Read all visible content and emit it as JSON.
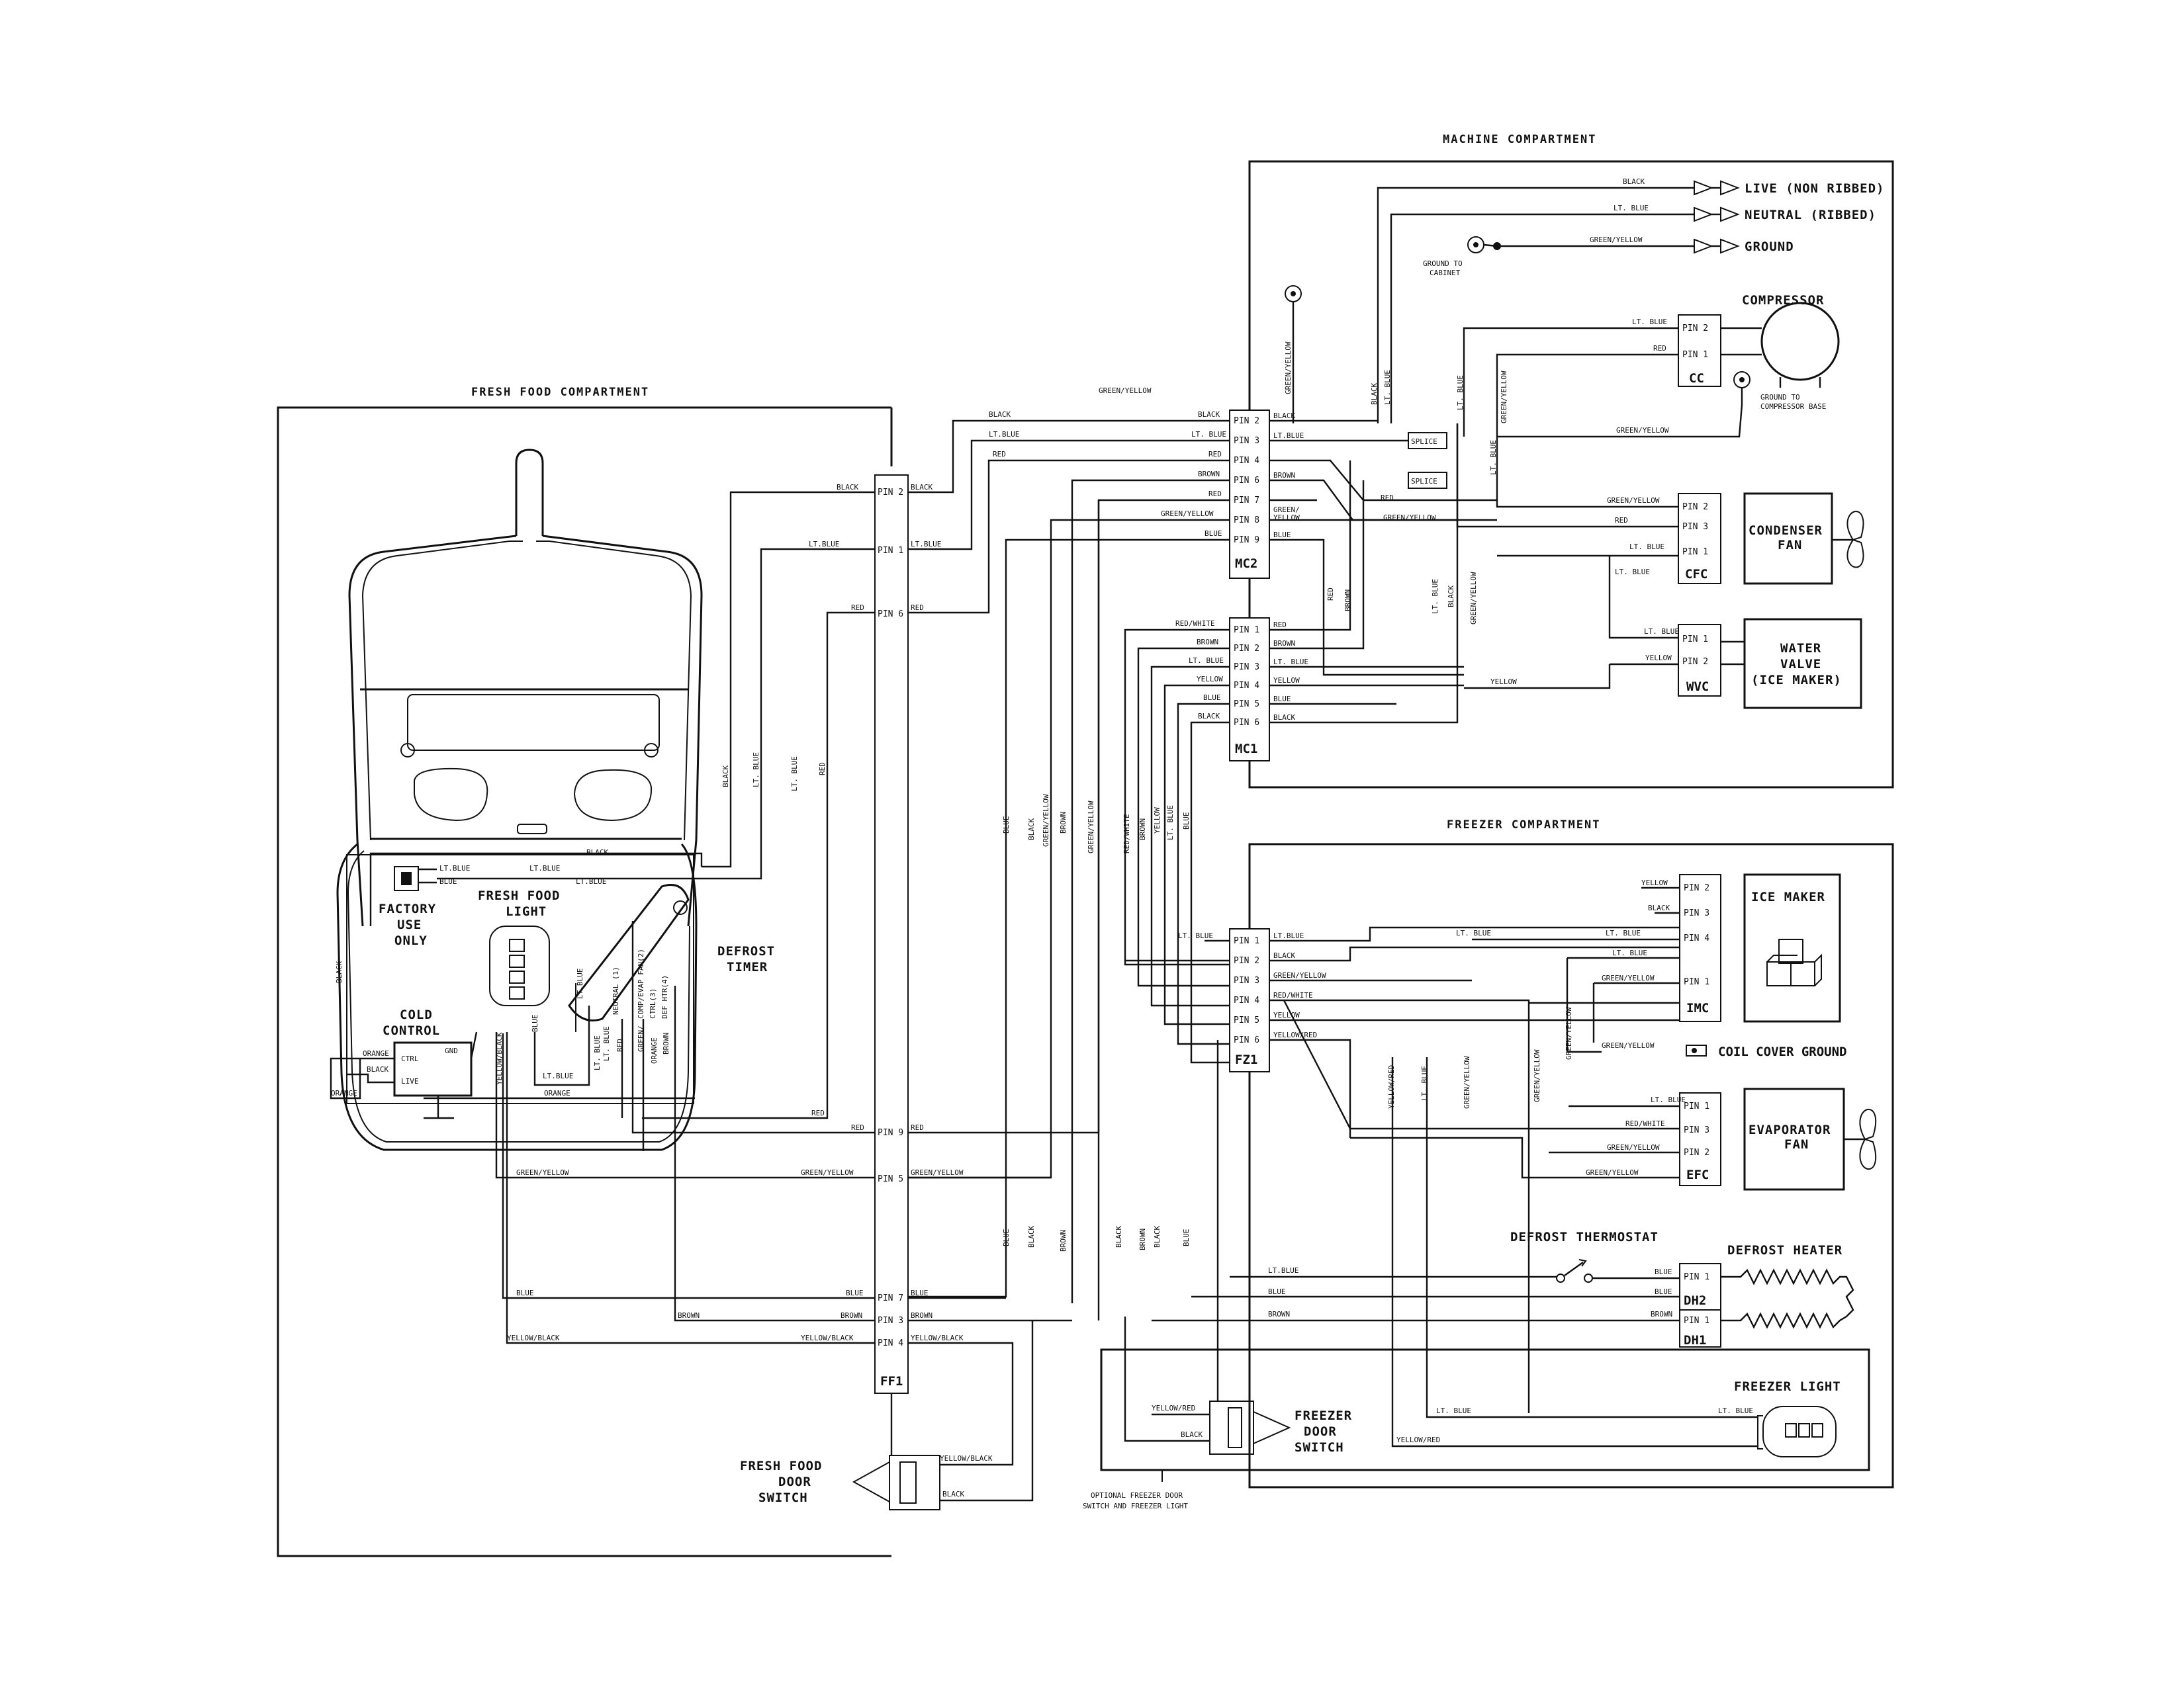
{
  "compartments": {
    "machine": "MACHINE COMPARTMENT",
    "fresh_food": "FRESH FOOD COMPARTMENT",
    "freezer": "FREEZER  COMPARTMENT"
  },
  "connectors": {
    "mc2": {
      "name": "MC2",
      "pins": [
        "PIN 2",
        "PIN 3",
        "PIN 4",
        "PIN 6",
        "PIN 7",
        "PIN 8",
        "PIN 9"
      ]
    },
    "mc1": {
      "name": "MC1",
      "pins": [
        "PIN 1",
        "PIN 2",
        "PIN 3",
        "PIN 4",
        "PIN 5",
        "PIN 6"
      ]
    },
    "fz1": {
      "name": "FZ1",
      "pins": [
        "PIN 1",
        "PIN 2",
        "PIN 3",
        "PIN 4",
        "PIN 5",
        "PIN 6"
      ]
    },
    "ff1": {
      "name": "FF1",
      "pins_top": [
        "PIN 2",
        "PIN 1",
        "PIN 6"
      ],
      "pins_mid": [
        "PIN 9",
        "PIN 5"
      ],
      "pins_bottom": [
        "PIN 7",
        "PIN 3",
        "PIN 4"
      ]
    },
    "cc": {
      "name": "CC",
      "pins": [
        "PIN 2",
        "PIN 1"
      ]
    },
    "cfc": {
      "name": "CFC",
      "pins": [
        "PIN 2",
        "PIN 3",
        "PIN 1"
      ]
    },
    "wvc": {
      "name": "WVC",
      "pins": [
        "PIN 1",
        "PIN 2"
      ]
    },
    "imc": {
      "name": "IMC",
      "pins": [
        "PIN 2",
        "PIN 3",
        "PIN 4",
        "PIN 1"
      ]
    },
    "efc": {
      "name": "EFC",
      "pins": [
        "PIN 1",
        "PIN 3",
        "PIN 2"
      ]
    },
    "dh2": {
      "name": "DH2",
      "pins": [
        "PIN 1"
      ]
    },
    "dh1": {
      "name": "DH1",
      "pins": [
        "PIN 1"
      ]
    }
  },
  "components": {
    "live": "LIVE (NON RIBBED)",
    "neutral": "NEUTRAL (RIBBED)",
    "ground": "GROUND",
    "ground_cabinet": [
      "GROUND TO",
      "CABINET"
    ],
    "compressor": "COMPRESSOR",
    "ground_compressor": [
      "GROUND TO",
      "COMPRESSOR BASE"
    ],
    "condenser_fan": [
      "CONDENSER",
      "FAN"
    ],
    "water_valve": [
      "WATER",
      "VALVE",
      "(ICE MAKER)"
    ],
    "ice_maker": "ICE MAKER",
    "coil_cover_ground": "COIL COVER GROUND",
    "evaporator_fan": [
      "EVAPORATOR",
      "FAN"
    ],
    "defrost_thermostat": "DEFROST THERMOSTAT",
    "defrost_heater": "DEFROST HEATER",
    "freezer_light": "FREEZER LIGHT",
    "freezer_door_switch": [
      "FREEZER",
      "DOOR",
      "SWITCH"
    ],
    "optional_note": [
      "OPTIONAL FREEZER DOOR",
      "SWITCH AND FREEZER LIGHT"
    ],
    "fresh_food_door_switch": [
      "FRESH FOOD",
      "DOOR",
      "SWITCH"
    ],
    "factory_use": [
      "FACTORY",
      "USE",
      "ONLY"
    ],
    "fresh_food_light": [
      "FRESH FOOD",
      "LIGHT"
    ],
    "defrost_timer": [
      "DEFROST",
      "TIMER"
    ],
    "timer_terminals": [
      "NEUTRAL (1)",
      "COMP/EVAP FAN(2)",
      "CTRL(3)",
      "DEF HTR(4)"
    ],
    "cold_control": [
      "COLD",
      "CONTROL"
    ],
    "cold_control_terminals": [
      "CTRL",
      "LIVE",
      "GND"
    ],
    "splice": "SPLICE"
  },
  "wire_colors": {
    "black": "BLACK",
    "lt_blue": "LT. BLUE",
    "lt_blue_dot": "LT.BLUE",
    "red": "RED",
    "brown": "BROWN",
    "green_yellow": "GREEN/YELLOW",
    "blue": "BLUE",
    "red_white": "RED/WHITE",
    "yellow": "YELLOW",
    "yellow_black": "YELLOW/BLACK",
    "yellow_red": "YELLOW/RED",
    "orange": "ORANGE",
    "green": "GREEN/",
    "yellow_part": "YELLOW"
  }
}
